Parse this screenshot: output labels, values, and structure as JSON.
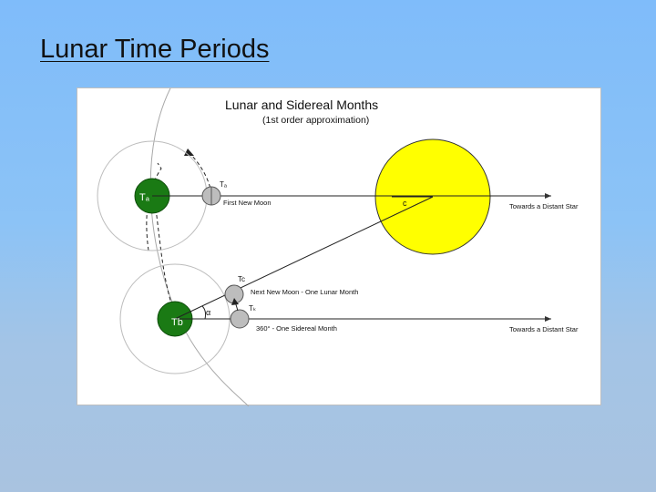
{
  "slide": {
    "title": "Lunar Time Periods"
  },
  "diagram": {
    "title": "Lunar and Sidereal Months",
    "subtitle": "(1st order approximation)",
    "labels": {
      "sun_center": "c",
      "earth_a": "Tₐ",
      "earth_b": "Tb",
      "moon_a": "Tₐ",
      "moon_c": "Tc",
      "moon_b": "Tₖ",
      "angle": "α",
      "first_new_moon": "First New Moon",
      "next_new_moon": "Next New Moon - One Lunar Month",
      "sidereal_month": "360° - One Sidereal Month",
      "distant_star_1": "Towards a Distant Star",
      "distant_star_2": "Towards a Distant Star"
    },
    "colors": {
      "sun": "#ffff00",
      "earth": "#1a7a14",
      "moon": "#bdbdbd",
      "orbit": "#9a9a9a"
    }
  }
}
